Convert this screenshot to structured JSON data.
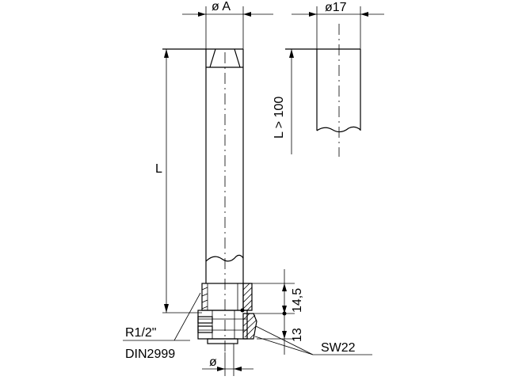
{
  "labels": {
    "diameter_a": "ø A",
    "diameter_17": "ø17",
    "length_L": "L",
    "length_min": "L > 100",
    "thread": "R1/2\"",
    "standard": "DIN2999",
    "diameter_bottom": "ø",
    "dim_14_5": "14,5",
    "dim_13": "13",
    "wrench": "SW22"
  }
}
